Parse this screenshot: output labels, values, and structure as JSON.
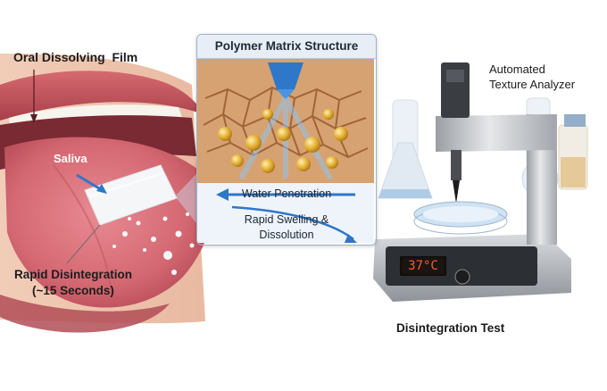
{
  "labels": {
    "oral_film": "Oral Dissolving  Film",
    "saliva": "Saliva",
    "rapid_dis_line1": "Rapid Disintegration",
    "rapid_dis_line2": "(~15 Seconds)",
    "panel_title": "Polymer Matrix Structure",
    "water_penetration": "Water Penetration",
    "swelling_line1": "Rapid Swelling &",
    "swelling_line2": "Dissolution",
    "analyzer_line1": "Automated",
    "analyzer_line2": "Texture Analyzer",
    "temperature": "37°C",
    "disintegration_test": "Disintegration Test"
  },
  "colors": {
    "tongue": "#d9707a",
    "lips": "#c4505a",
    "film": "#f2f5f7",
    "arrow_blue": "#2e77c9",
    "matrix_brown": "#b86d3c",
    "granule_gold": "#e0a830",
    "instrument_silver": "#c9ccd0",
    "display_digits": "#ff5a2a"
  }
}
